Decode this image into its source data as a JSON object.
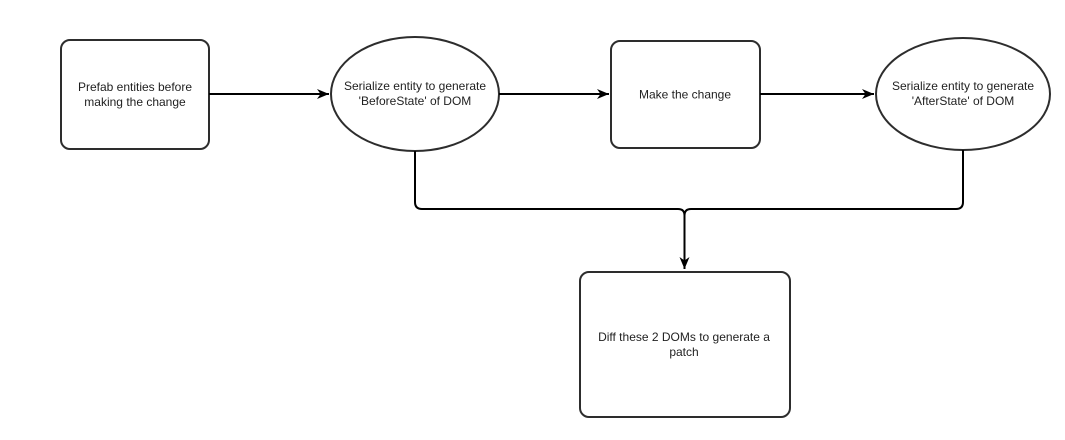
{
  "diagram": {
    "type": "flowchart",
    "background": "#ffffff",
    "shape_stroke_color": "#2d2d2d",
    "shape_fill_color": "#ffffff",
    "arrow_color": "#000000",
    "text_color": "#1f1f1f",
    "nodes": [
      {
        "id": "prefab",
        "shape": "rounded-rect",
        "label": "Prefab entities before\nmaking the change"
      },
      {
        "id": "serialize-before",
        "shape": "ellipse",
        "label": "Serialize entity to generate\n'BeforeState' of DOM"
      },
      {
        "id": "make-change",
        "shape": "rounded-rect",
        "label": "Make the change"
      },
      {
        "id": "serialize-after",
        "shape": "ellipse",
        "label": "Serialize entity to generate\n'AfterState' of DOM"
      },
      {
        "id": "diff",
        "shape": "rounded-rect",
        "label": "Diff these 2 DOMs to generate a\npatch"
      }
    ],
    "edges": [
      {
        "from": "prefab",
        "to": "serialize-before",
        "direction": "right"
      },
      {
        "from": "serialize-before",
        "to": "make-change",
        "direction": "right"
      },
      {
        "from": "make-change",
        "to": "serialize-after",
        "direction": "right"
      },
      {
        "from": "serialize-before",
        "to": "diff",
        "direction": "down-merge"
      },
      {
        "from": "serialize-after",
        "to": "diff",
        "direction": "down-merge"
      }
    ]
  }
}
